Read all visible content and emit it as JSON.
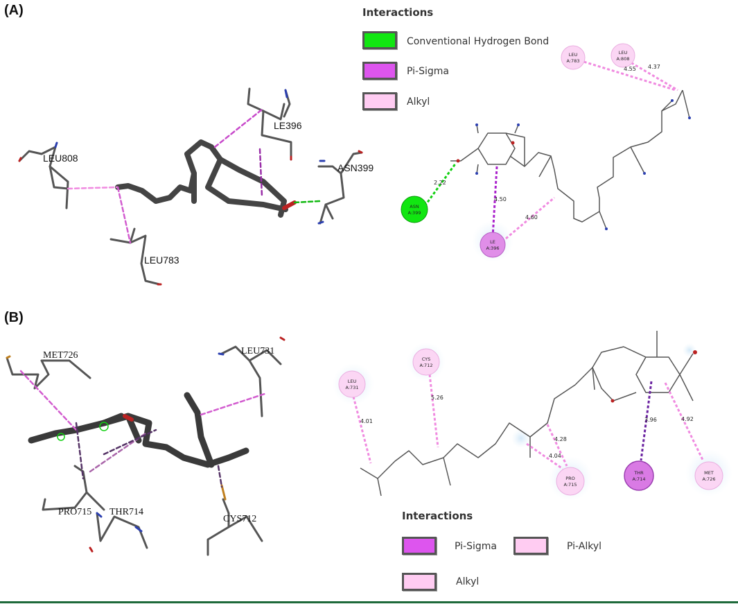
{
  "panel_a": {
    "label": "(A)",
    "legend": {
      "title": "Interactions",
      "items": [
        {
          "label": "Conventional Hydrogen Bond",
          "color": "#11e611"
        },
        {
          "label": "Pi-Sigma",
          "color": "#dd55ee"
        },
        {
          "label": "Alkyl",
          "color": "#ffccf2"
        }
      ]
    },
    "residues_3d": [
      "LE396",
      "LEU808",
      "ASN399",
      "LEU783"
    ],
    "residues_2d": [
      {
        "line1": "LEU",
        "line2": "A:783"
      },
      {
        "line1": "LEU",
        "line2": "A:808"
      },
      {
        "line1": "ASN",
        "line2": "A:399"
      },
      {
        "line1": "LE",
        "line2": "A:396"
      }
    ],
    "distances": [
      "4.55",
      "4.37",
      "2.22",
      "4.50",
      "4.60"
    ]
  },
  "panel_b": {
    "label": "(B)",
    "legend": {
      "title": "Interactions",
      "items": [
        {
          "label": "Pi-Sigma",
          "color": "#dd55ee"
        },
        {
          "label": "Pi-Alkyl",
          "color": "#ffccf2"
        },
        {
          "label": "Alkyl",
          "color": "#ffccf2"
        }
      ]
    },
    "residues_3d": [
      "MET726",
      "LEU731",
      "PRO715",
      "THR714",
      "CYS712"
    ],
    "residues_2d": [
      {
        "line1": "LEU",
        "line2": "A:731"
      },
      {
        "line1": "CYS",
        "line2": "A:712"
      },
      {
        "line1": "PRO",
        "line2": "A:715"
      },
      {
        "line1": "THR",
        "line2": "A:714"
      },
      {
        "line1": "MET",
        "line2": "A:726"
      }
    ],
    "distances": [
      "4.01",
      "5.26",
      "4.28",
      "4.04",
      "3.96",
      "4.92"
    ]
  },
  "colors": {
    "hbond": "#11e611",
    "pi_sigma": "#aa22cc",
    "alkyl": "#f08ae0",
    "footer": "#1f6a3b"
  }
}
